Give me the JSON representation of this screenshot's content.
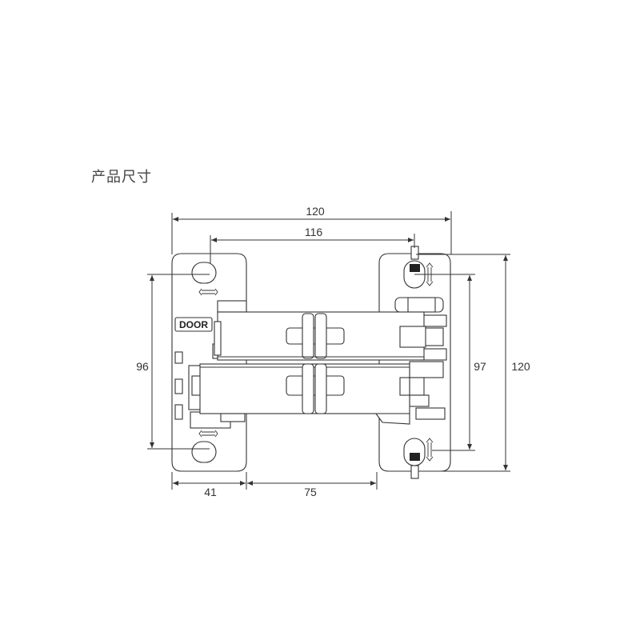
{
  "title": "产品尺寸",
  "door_label": "DOOR",
  "dimensions": {
    "top_overall": "120",
    "top_inner": "116",
    "left_height": "96",
    "right_inner_height": "97",
    "right_overall_height": "120",
    "bottom_left": "41",
    "bottom_middle": "75"
  },
  "colors": {
    "line": "#333333",
    "fill": "#ffffff",
    "dark_mark": "#222222"
  }
}
